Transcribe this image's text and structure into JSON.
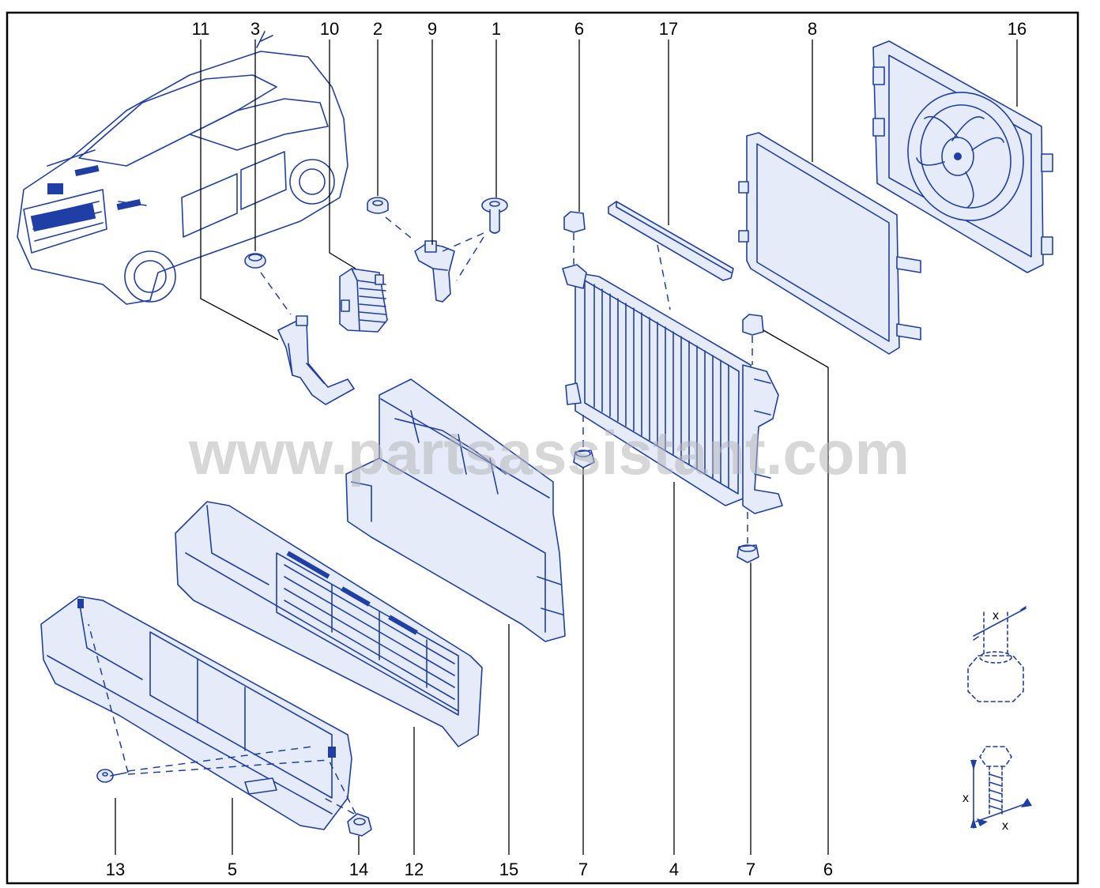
{
  "watermark": "www.partsassistant.com",
  "callouts": {
    "c11": "11",
    "c3": "3",
    "c10": "10",
    "c2": "2",
    "c9": "9",
    "c1": "1",
    "c6a": "6",
    "c17": "17",
    "c8": "8",
    "c16": "16",
    "c13": "13",
    "c5": "5",
    "c14": "14",
    "c12": "12",
    "c15": "15",
    "c7a": "7",
    "c4": "4",
    "c7b": "7",
    "c6b": "6"
  },
  "legend": {
    "nut_x": "x",
    "bolt_x1": "x",
    "bolt_x2": "x"
  },
  "colors": {
    "line": "#1f3fa6",
    "fill": "#e6ebfa",
    "watermark": "#b8b8b8"
  }
}
